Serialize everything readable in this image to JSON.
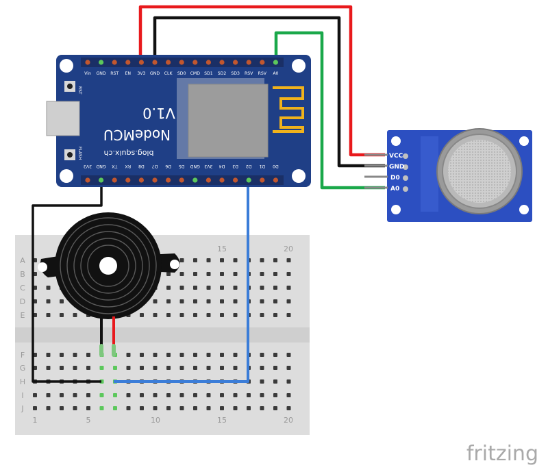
{
  "nodemcu": {
    "top_pins": [
      "Vin",
      "GND",
      "RST",
      "EN",
      "3V3",
      "GND",
      "CLK",
      "SD0",
      "CMD",
      "SD1",
      "SD2",
      "SD3",
      "RSV",
      "RSV",
      "A0"
    ],
    "bottom_pins": [
      "3V3",
      "GND",
      "TX",
      "RX",
      "D8",
      "D7",
      "D6",
      "D5",
      "GND",
      "3V3",
      "D4",
      "D3",
      "D2",
      "D1",
      "D0"
    ],
    "rst_label": "RST",
    "flash_label": "FLASH",
    "title": "NodeMCU",
    "version": "V1.0",
    "url": "blog.squix.ch",
    "colors": {
      "board": "#1f3f86",
      "chip": "#9c9c9c",
      "antenna": "#f0b21c"
    }
  },
  "sensor": {
    "pins": [
      "VCC",
      "GND",
      "D0",
      "A0"
    ],
    "colors": {
      "board": "#2c4fc1",
      "mesh": "#c9c9c9"
    }
  },
  "breadboard": {
    "rows_top": [
      "A",
      "B",
      "C",
      "D",
      "E"
    ],
    "rows_bottom": [
      "F",
      "G",
      "H",
      "I",
      "J"
    ],
    "col_numbers_top": [
      "15",
      "20"
    ],
    "col_numbers_bottom": [
      "1",
      "5",
      "10",
      "15",
      "20"
    ]
  },
  "wires": {
    "vcc_color": "#e8191c",
    "gnd_color": "#111111",
    "a0_color": "#1aa84a",
    "d2_color": "#3b7dd8"
  },
  "watermark": "fritzing"
}
